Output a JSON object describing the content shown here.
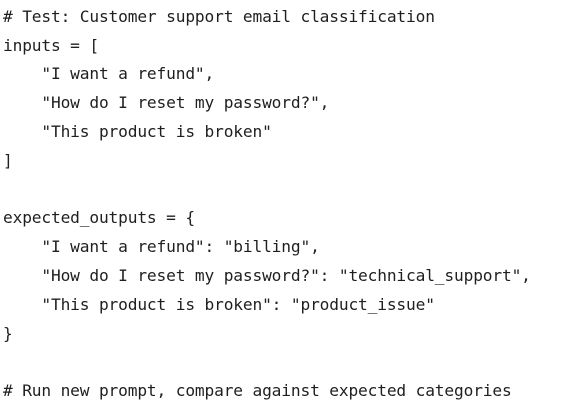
{
  "code": {
    "lines": [
      "# Test: Customer support email classification",
      "inputs = [",
      "    \"I want a refund\",",
      "    \"How do I reset my password?\",",
      "    \"This product is broken\"",
      "]",
      "expected_outputs = {",
      "    \"I want a refund\": \"billing\",",
      "    \"How do I reset my password?\": \"technical_support\",",
      "    \"This product is broken\": \"product_issue\"",
      "}",
      "# Run new prompt, compare against expected categories"
    ]
  }
}
